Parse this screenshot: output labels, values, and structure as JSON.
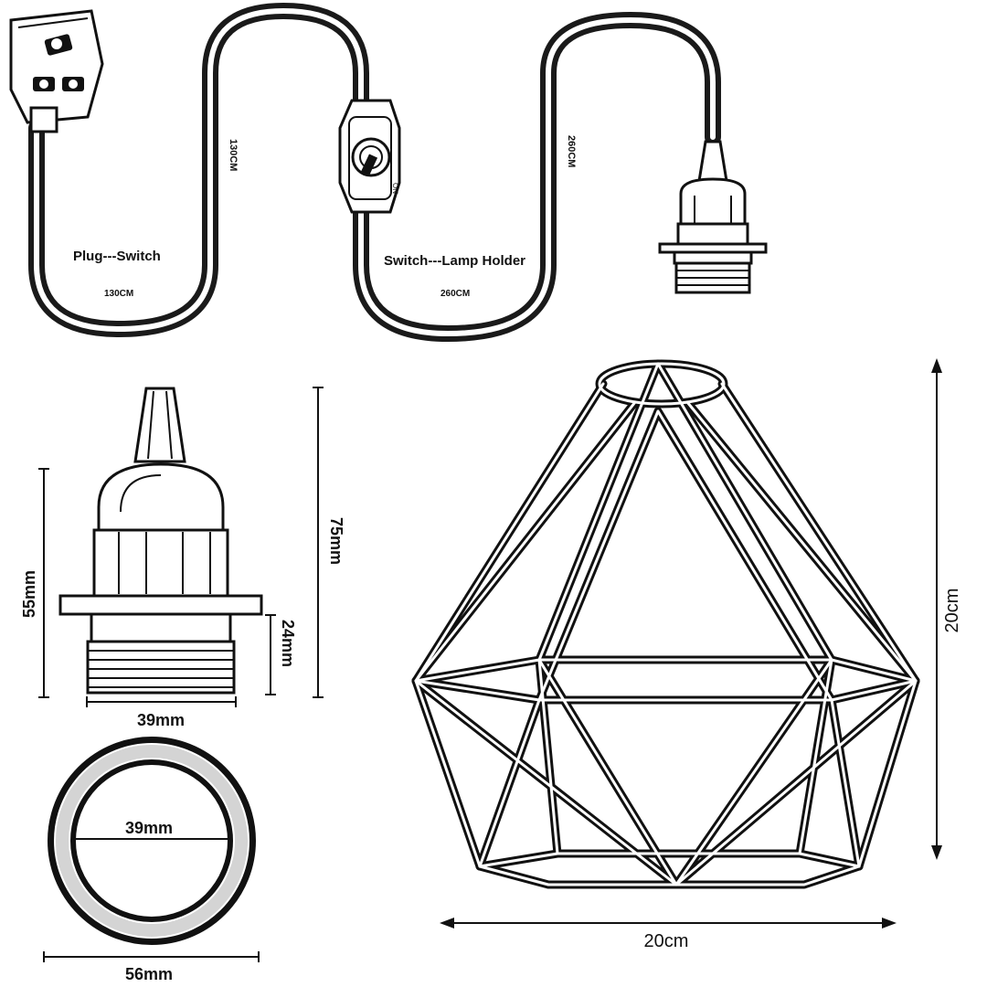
{
  "cable": {
    "segment_1_title": "Plug---Switch",
    "segment_1_length": "130CM",
    "segment_1_side_length": "130CM",
    "segment_2_title": "Switch---Lamp Holder",
    "segment_2_length": "260CM",
    "segment_2_side_length": "260CM",
    "switch_mark": "ON"
  },
  "lamp_holder": {
    "total_height": "75mm",
    "body_height": "55mm",
    "thread_height": "24mm",
    "width": "39mm"
  },
  "ring": {
    "inner_diameter": "39mm",
    "outer_diameter": "56mm"
  },
  "cage": {
    "height": "20cm",
    "width": "20cm"
  },
  "colors": {
    "line": "#111111",
    "background": "#ffffff"
  }
}
